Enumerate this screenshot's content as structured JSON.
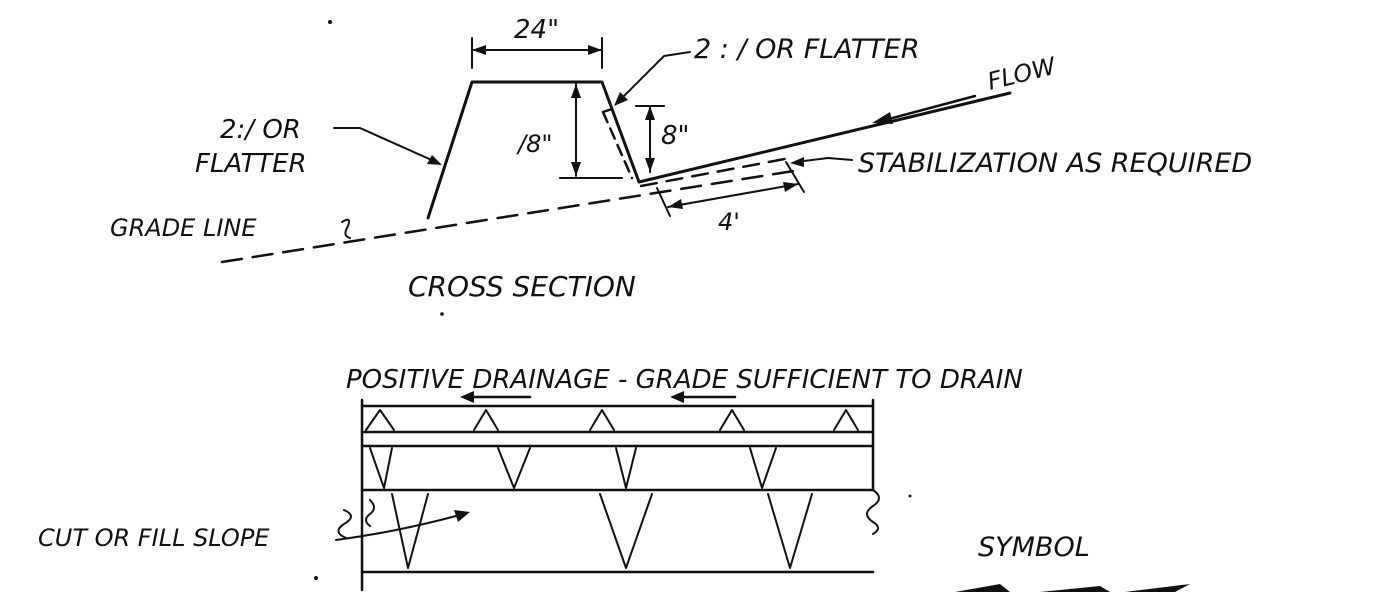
{
  "cross_section": {
    "dim_top_width": "24\"",
    "label_slope_right": "2 : / OR FLATTER",
    "label_flow": "FLOW",
    "label_slope_left_1": "2:/ OR",
    "label_slope_left_2": "FLATTER",
    "dim_height": "/8\"",
    "dim_depth": "8\"",
    "label_stabilization": "STABILIZATION AS REQUIRED",
    "label_grade_line": "GRADE LINE",
    "dim_width_channel": "4'",
    "title": "CROSS SECTION"
  },
  "plan_view": {
    "label_drainage": "POSITIVE DRAINAGE - GRADE SUFFICIENT TO DRAIN",
    "label_cut_fill": "CUT OR FILL SLOPE"
  },
  "symbol": {
    "label": "SYMBOL"
  }
}
